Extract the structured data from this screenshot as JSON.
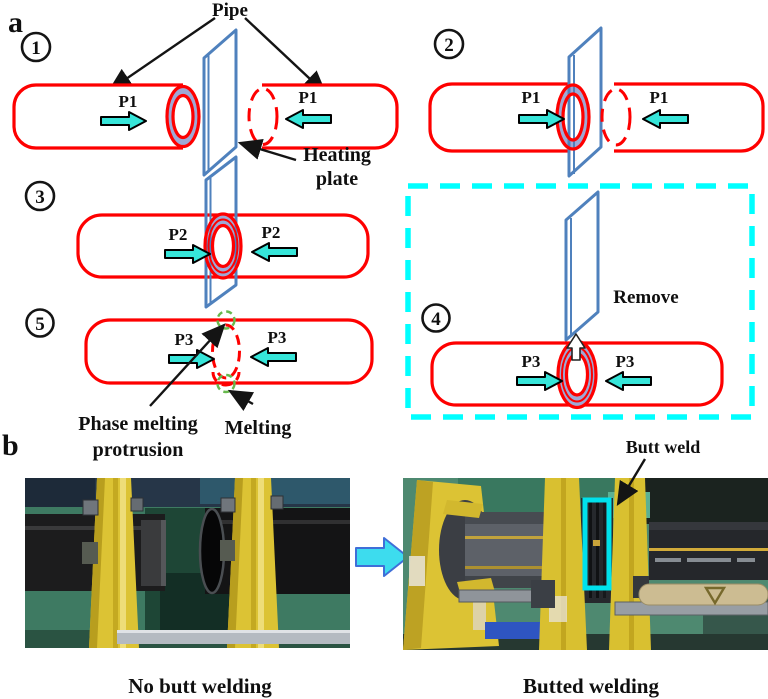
{
  "figure": {
    "panel_a_label": "a",
    "panel_b_label": "b",
    "pipe_label": "Pipe",
    "heating_plate_label": {
      "line1": "Heating",
      "line2": "plate"
    },
    "remove_label": "Remove",
    "phase_melting_label": {
      "line1": "Phase melting",
      "line2": "protrusion"
    },
    "melting_label": "Melting",
    "butt_weld_label": "Butt weld",
    "captions": {
      "left": "No butt welding",
      "right": "Butted welding"
    },
    "steps": [
      {
        "number": "1",
        "pressure": "P1"
      },
      {
        "number": "2",
        "pressure": "P1"
      },
      {
        "number": "3",
        "pressure": "P2"
      },
      {
        "number": "4",
        "pressure": "P3"
      },
      {
        "number": "5",
        "pressure": "P3"
      }
    ],
    "colors": {
      "pipe_outline": "#fe0000",
      "heating_plate": "#4f81bd",
      "joint_fill": "#9fa8d5",
      "pressure_arrow": "#36e5d9",
      "dashed_box": "#00ffff",
      "weld_highlight": "#00e1ec",
      "melting_arc": "#67b94d",
      "transition_arrow": "#3ddcee"
    }
  }
}
